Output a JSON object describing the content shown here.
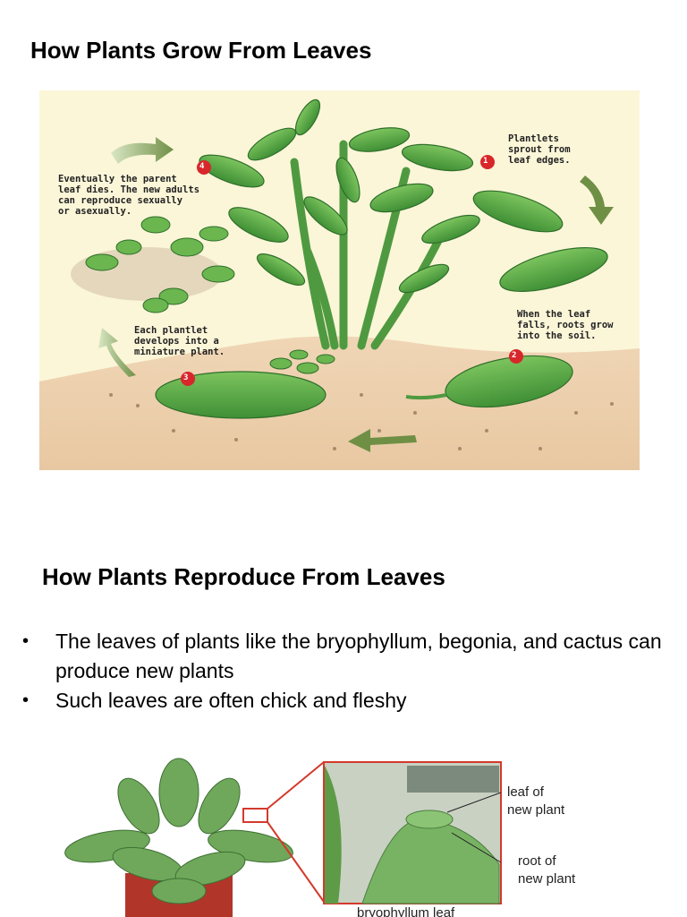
{
  "section1": {
    "title": "How Plants Grow From Leaves",
    "figure": {
      "steps": [
        {
          "number": "1",
          "caption": "Plantlets\nsprout from\nleaf edges."
        },
        {
          "number": "2",
          "caption": "When the leaf\nfalls, roots grow\ninto the soil."
        },
        {
          "number": "3",
          "caption": "Each plantlet\ndevelops into a\nminiature plant."
        },
        {
          "number": "4",
          "caption": "Eventually the parent\nleaf dies. The new adults\ncan reproduce sexually\nor asexually."
        }
      ]
    }
  },
  "section2": {
    "title": "How Plants Reproduce From Leaves",
    "bullets": [
      "The leaves of plants like the bryophyllum, begonia, and cactus can produce new plants",
      "Such leaves are often chick and fleshy"
    ],
    "figure": {
      "label_leaf": "leaf of\nnew plant",
      "label_root": "root of\nnew plant",
      "caption": "bryophyllum leaf"
    }
  },
  "colors": {
    "leaf_green": "#5fb04a",
    "soil": "#ecd0ae",
    "background_cream": "#fbf6d8",
    "marker_red": "#d8262b",
    "arrow_green": "#7a9a52",
    "frame_red": "#d33a2c"
  }
}
